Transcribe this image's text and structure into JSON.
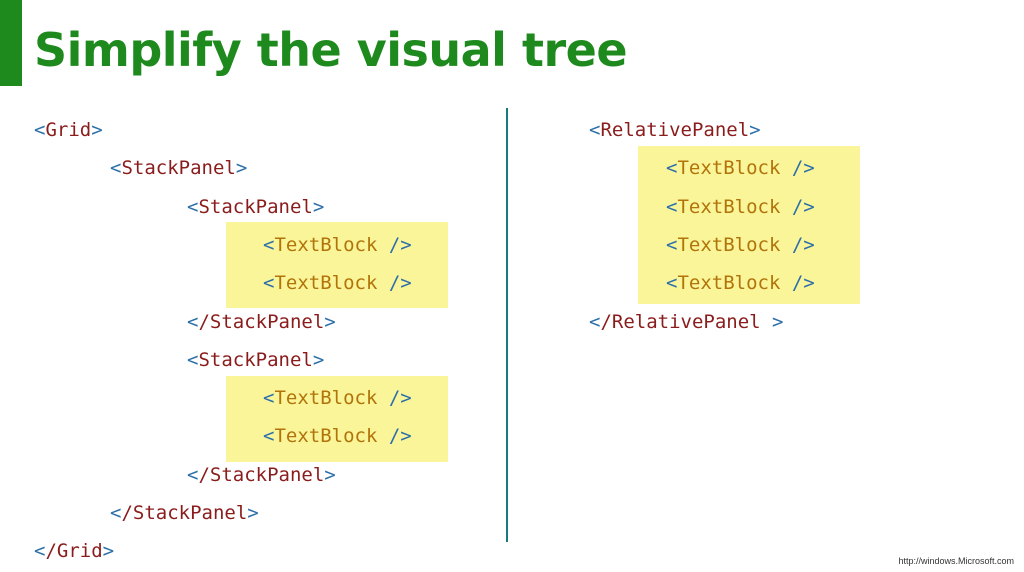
{
  "slide": {
    "title": "Simplify the visual tree",
    "footer": "http://windows.Microsoft.com"
  },
  "left_code": {
    "grid_open": "Grid",
    "stackpanel_outer_open": "StackPanel",
    "stackpanel_1_open": "StackPanel",
    "tb_1": "TextBlock",
    "tb_2": "TextBlock",
    "stackpanel_1_close": "/StackPanel",
    "stackpanel_2_open": "StackPanel",
    "tb_3": "TextBlock",
    "tb_4": "TextBlock",
    "stackpanel_2_close": "/StackPanel",
    "stackpanel_outer_close": "/StackPanel",
    "grid_close": "/Grid"
  },
  "right_code": {
    "relativepanel_open": "RelativePanel",
    "tb_1": "TextBlock",
    "tb_2": "TextBlock",
    "tb_3": "TextBlock",
    "tb_4": "TextBlock",
    "relativepanel_close": "/RelativePanel"
  },
  "colors": {
    "title": "#1e8a1e",
    "bracket": "#2c6fa8",
    "element_name": "#8a1c1c",
    "highlighted_element": "#b0740a",
    "highlight_background": "#fbf59a",
    "divider": "#1a7a7a"
  }
}
